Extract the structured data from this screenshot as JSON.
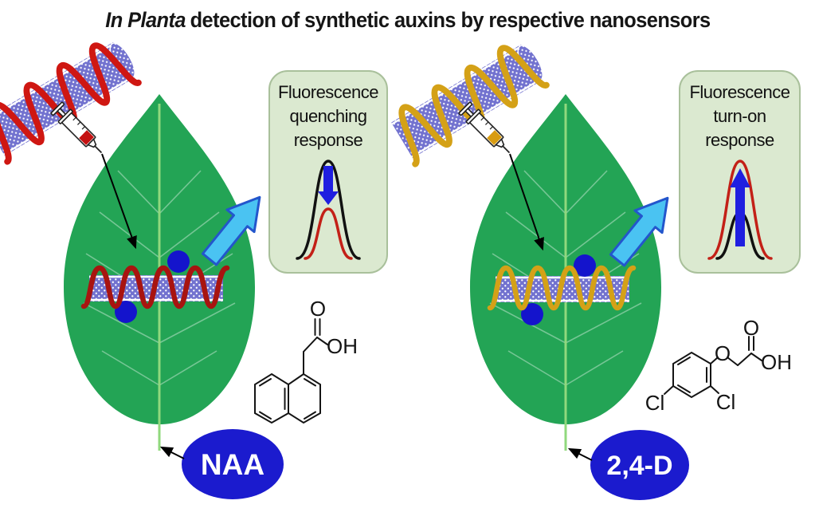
{
  "title": {
    "prefix_italic": "In Planta",
    "main": "detection of synthetic auxins by respective nanosensors"
  },
  "panels": {
    "left": {
      "response_box": [
        "Fluorescence",
        "quenching",
        "response"
      ],
      "analyte": "NAA",
      "molecule": {
        "carbonyl_o": "O",
        "hydroxyl": "OH"
      }
    },
    "right": {
      "response_box": [
        "Fluorescence",
        "turn-on",
        "response"
      ],
      "analyte": "2,4-D",
      "molecule": {
        "ether_o": "O",
        "carbonyl_o": "O",
        "hydroxyl": "OH",
        "cl_ortho": "Cl",
        "cl_para": "Cl"
      }
    }
  },
  "colors": {
    "leaf": "#23a455",
    "vein": "#90d97d",
    "tube": "#7272cf",
    "helix_red": "#cf1712",
    "helix_red_leaf": "#a81410",
    "helix_gold": "#d4a117",
    "dot_blue": "#1414cc",
    "pill_blue": "#1b1bce",
    "cyan": "#4ac3f2",
    "cyan_edge": "#2356cc",
    "box_bg": "#dbe9d0",
    "box_border": "#a9c09b",
    "curve_red": "#c32017",
    "arrow_blue": "#1f1fe0",
    "liquid_red": "#c41111",
    "liquid_gold": "#d89c12"
  }
}
